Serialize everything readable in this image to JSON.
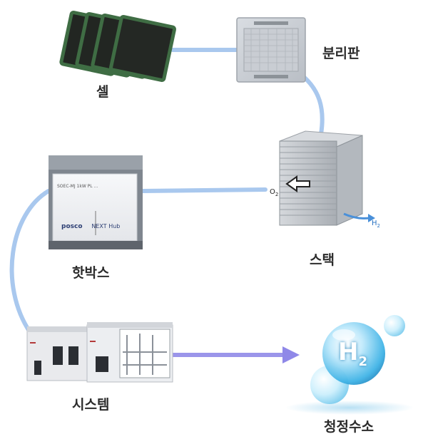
{
  "diagram": {
    "nodes": {
      "cell": {
        "label": "셀"
      },
      "separator": {
        "label": "분리판"
      },
      "stack": {
        "label": "스택",
        "o2": "O",
        "o2_sub": "2",
        "h2": "H",
        "h2_sub": "2"
      },
      "hotbox": {
        "label": "핫박스",
        "brand": "posco",
        "brand_sub": "NEXT Hub",
        "panel_text": "SOEC-MJ 1kW PL ..."
      },
      "system": {
        "label": "시스템"
      },
      "hydrogen": {
        "label": "청정수소",
        "symbol": "H",
        "symbol_sub": "2"
      }
    },
    "colors": {
      "connector": "#a9c8ee",
      "arrow": "#9b95ea",
      "cell_plate": "#222622",
      "cell_border": "#3f6d44"
    }
  }
}
